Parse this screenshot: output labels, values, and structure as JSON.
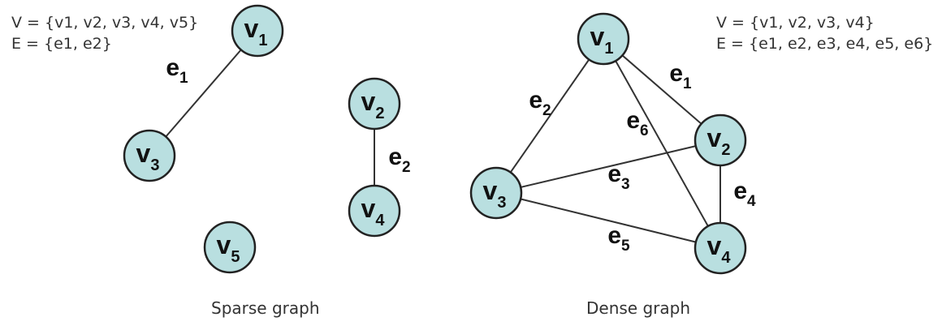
{
  "colors": {
    "node_fill": "#b9dfe0",
    "node_stroke": "#222222",
    "edge": "#333333"
  },
  "sparse": {
    "set_v": "V = {v1, v2, v3, v4, v5}",
    "set_e": "E = {e1, e2}",
    "caption": "Sparse graph",
    "nodes": [
      {
        "id": "v1",
        "base": "v",
        "sub": "1"
      },
      {
        "id": "v2",
        "base": "v",
        "sub": "2"
      },
      {
        "id": "v3",
        "base": "v",
        "sub": "3"
      },
      {
        "id": "v4",
        "base": "v",
        "sub": "4"
      },
      {
        "id": "v5",
        "base": "v",
        "sub": "5"
      }
    ],
    "edges": [
      {
        "id": "e1",
        "base": "e",
        "sub": "1",
        "from": "v1",
        "to": "v3"
      },
      {
        "id": "e2",
        "base": "e",
        "sub": "2",
        "from": "v2",
        "to": "v4"
      }
    ]
  },
  "dense": {
    "set_v": "V = {v1, v2, v3, v4}",
    "set_e": "E = {e1, e2, e3, e4, e5, e6}",
    "caption": "Dense graph",
    "nodes": [
      {
        "id": "v1",
        "base": "v",
        "sub": "1"
      },
      {
        "id": "v2",
        "base": "v",
        "sub": "2"
      },
      {
        "id": "v3",
        "base": "v",
        "sub": "3"
      },
      {
        "id": "v4",
        "base": "v",
        "sub": "4"
      }
    ],
    "edges": [
      {
        "id": "e1",
        "base": "e",
        "sub": "1",
        "from": "v1",
        "to": "v2"
      },
      {
        "id": "e2",
        "base": "e",
        "sub": "2",
        "from": "v1",
        "to": "v3"
      },
      {
        "id": "e3",
        "base": "e",
        "sub": "3",
        "from": "v3",
        "to": "v2"
      },
      {
        "id": "e4",
        "base": "e",
        "sub": "4",
        "from": "v2",
        "to": "v4"
      },
      {
        "id": "e5",
        "base": "e",
        "sub": "5",
        "from": "v3",
        "to": "v4"
      },
      {
        "id": "e6",
        "base": "e",
        "sub": "6",
        "from": "v1",
        "to": "v4"
      }
    ]
  }
}
